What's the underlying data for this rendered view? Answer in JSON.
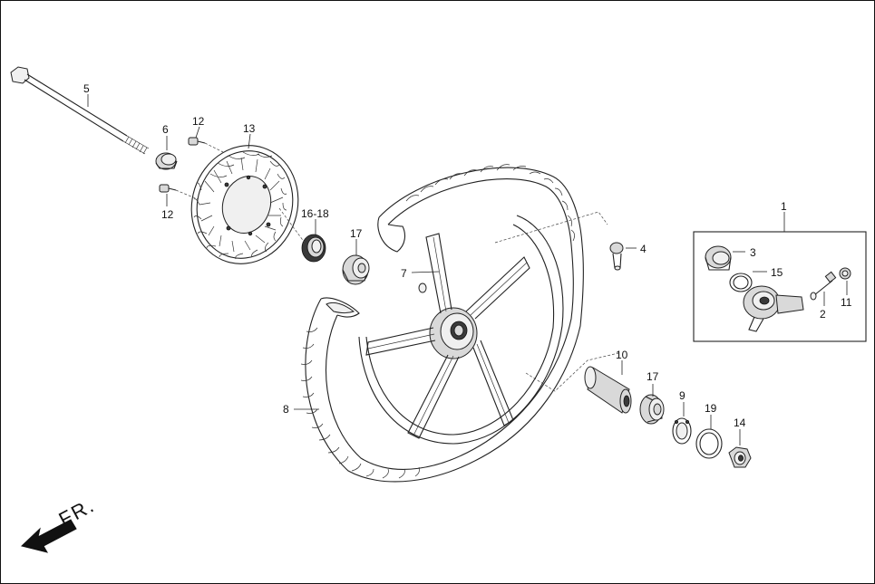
{
  "diagram": {
    "callouts": {
      "c1": "1",
      "c2": "2",
      "c3": "3",
      "c4": "4",
      "c5": "5",
      "c6": "6",
      "c7": "7",
      "c8": "8",
      "c9": "9",
      "c10": "10",
      "c11": "11",
      "c12a": "12",
      "c12b": "12",
      "c13": "13",
      "c14": "14",
      "c15": "15",
      "c16_18": "16-18",
      "c17a": "17",
      "c17b": "17",
      "c19": "19"
    },
    "direction_label": "FR."
  },
  "colors": {
    "line": "#222222",
    "background": "#ffffff"
  }
}
